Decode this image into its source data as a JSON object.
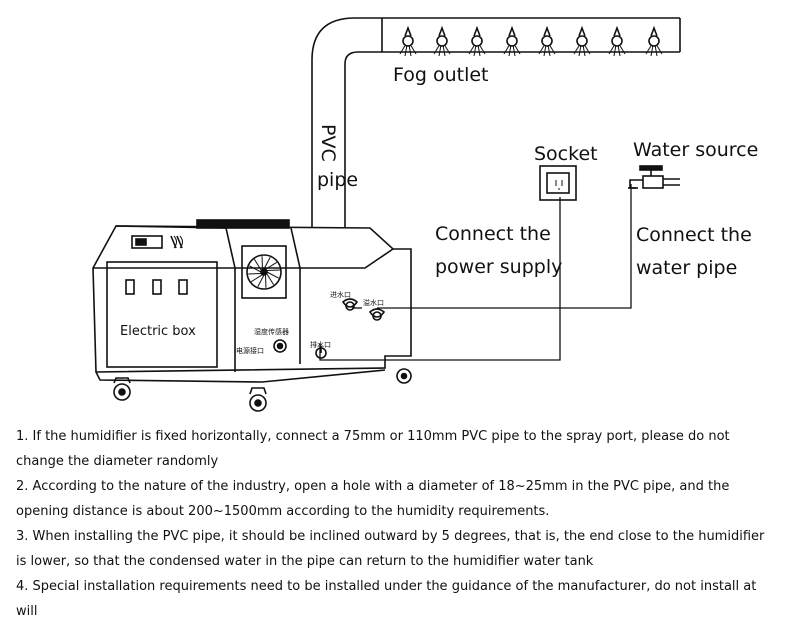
{
  "labels": {
    "fog_outlet": "Fog outlet",
    "pvc_vertical": "PVC",
    "pvc_pipe": "pipe",
    "socket": "Socket",
    "water_source": "Water source",
    "connect_power_1": "Connect the",
    "connect_power_2": "power supply",
    "connect_water_1": "Connect the",
    "connect_water_2": "water pipe",
    "electric_box": "Electric box",
    "inlet_port": "进水口",
    "overflow_port": "溢水口",
    "humidity_sensor": "湿度传感器",
    "power_port": "电源接口",
    "drain_port": "排水口"
  },
  "notes": [
    "1. If the humidifier is fixed horizontally, connect a 75mm or 110mm PVC pipe to the spray port, please do not change the diameter randomly",
    "2. According to the nature of the industry, open a hole with a diameter of 18~25mm in the PVC pipe, and the opening distance is about 200~1500mm according to the humidity requirements.",
    "3. When installing the PVC pipe, it should be inclined outward by 5 degrees, that is, the end close to the humidifier is lower, so that the condensed water in the pipe can return to the humidifier water tank",
    "4. Special installation requirements need to be installed under the guidance of the manufacturer, do not install at will"
  ]
}
